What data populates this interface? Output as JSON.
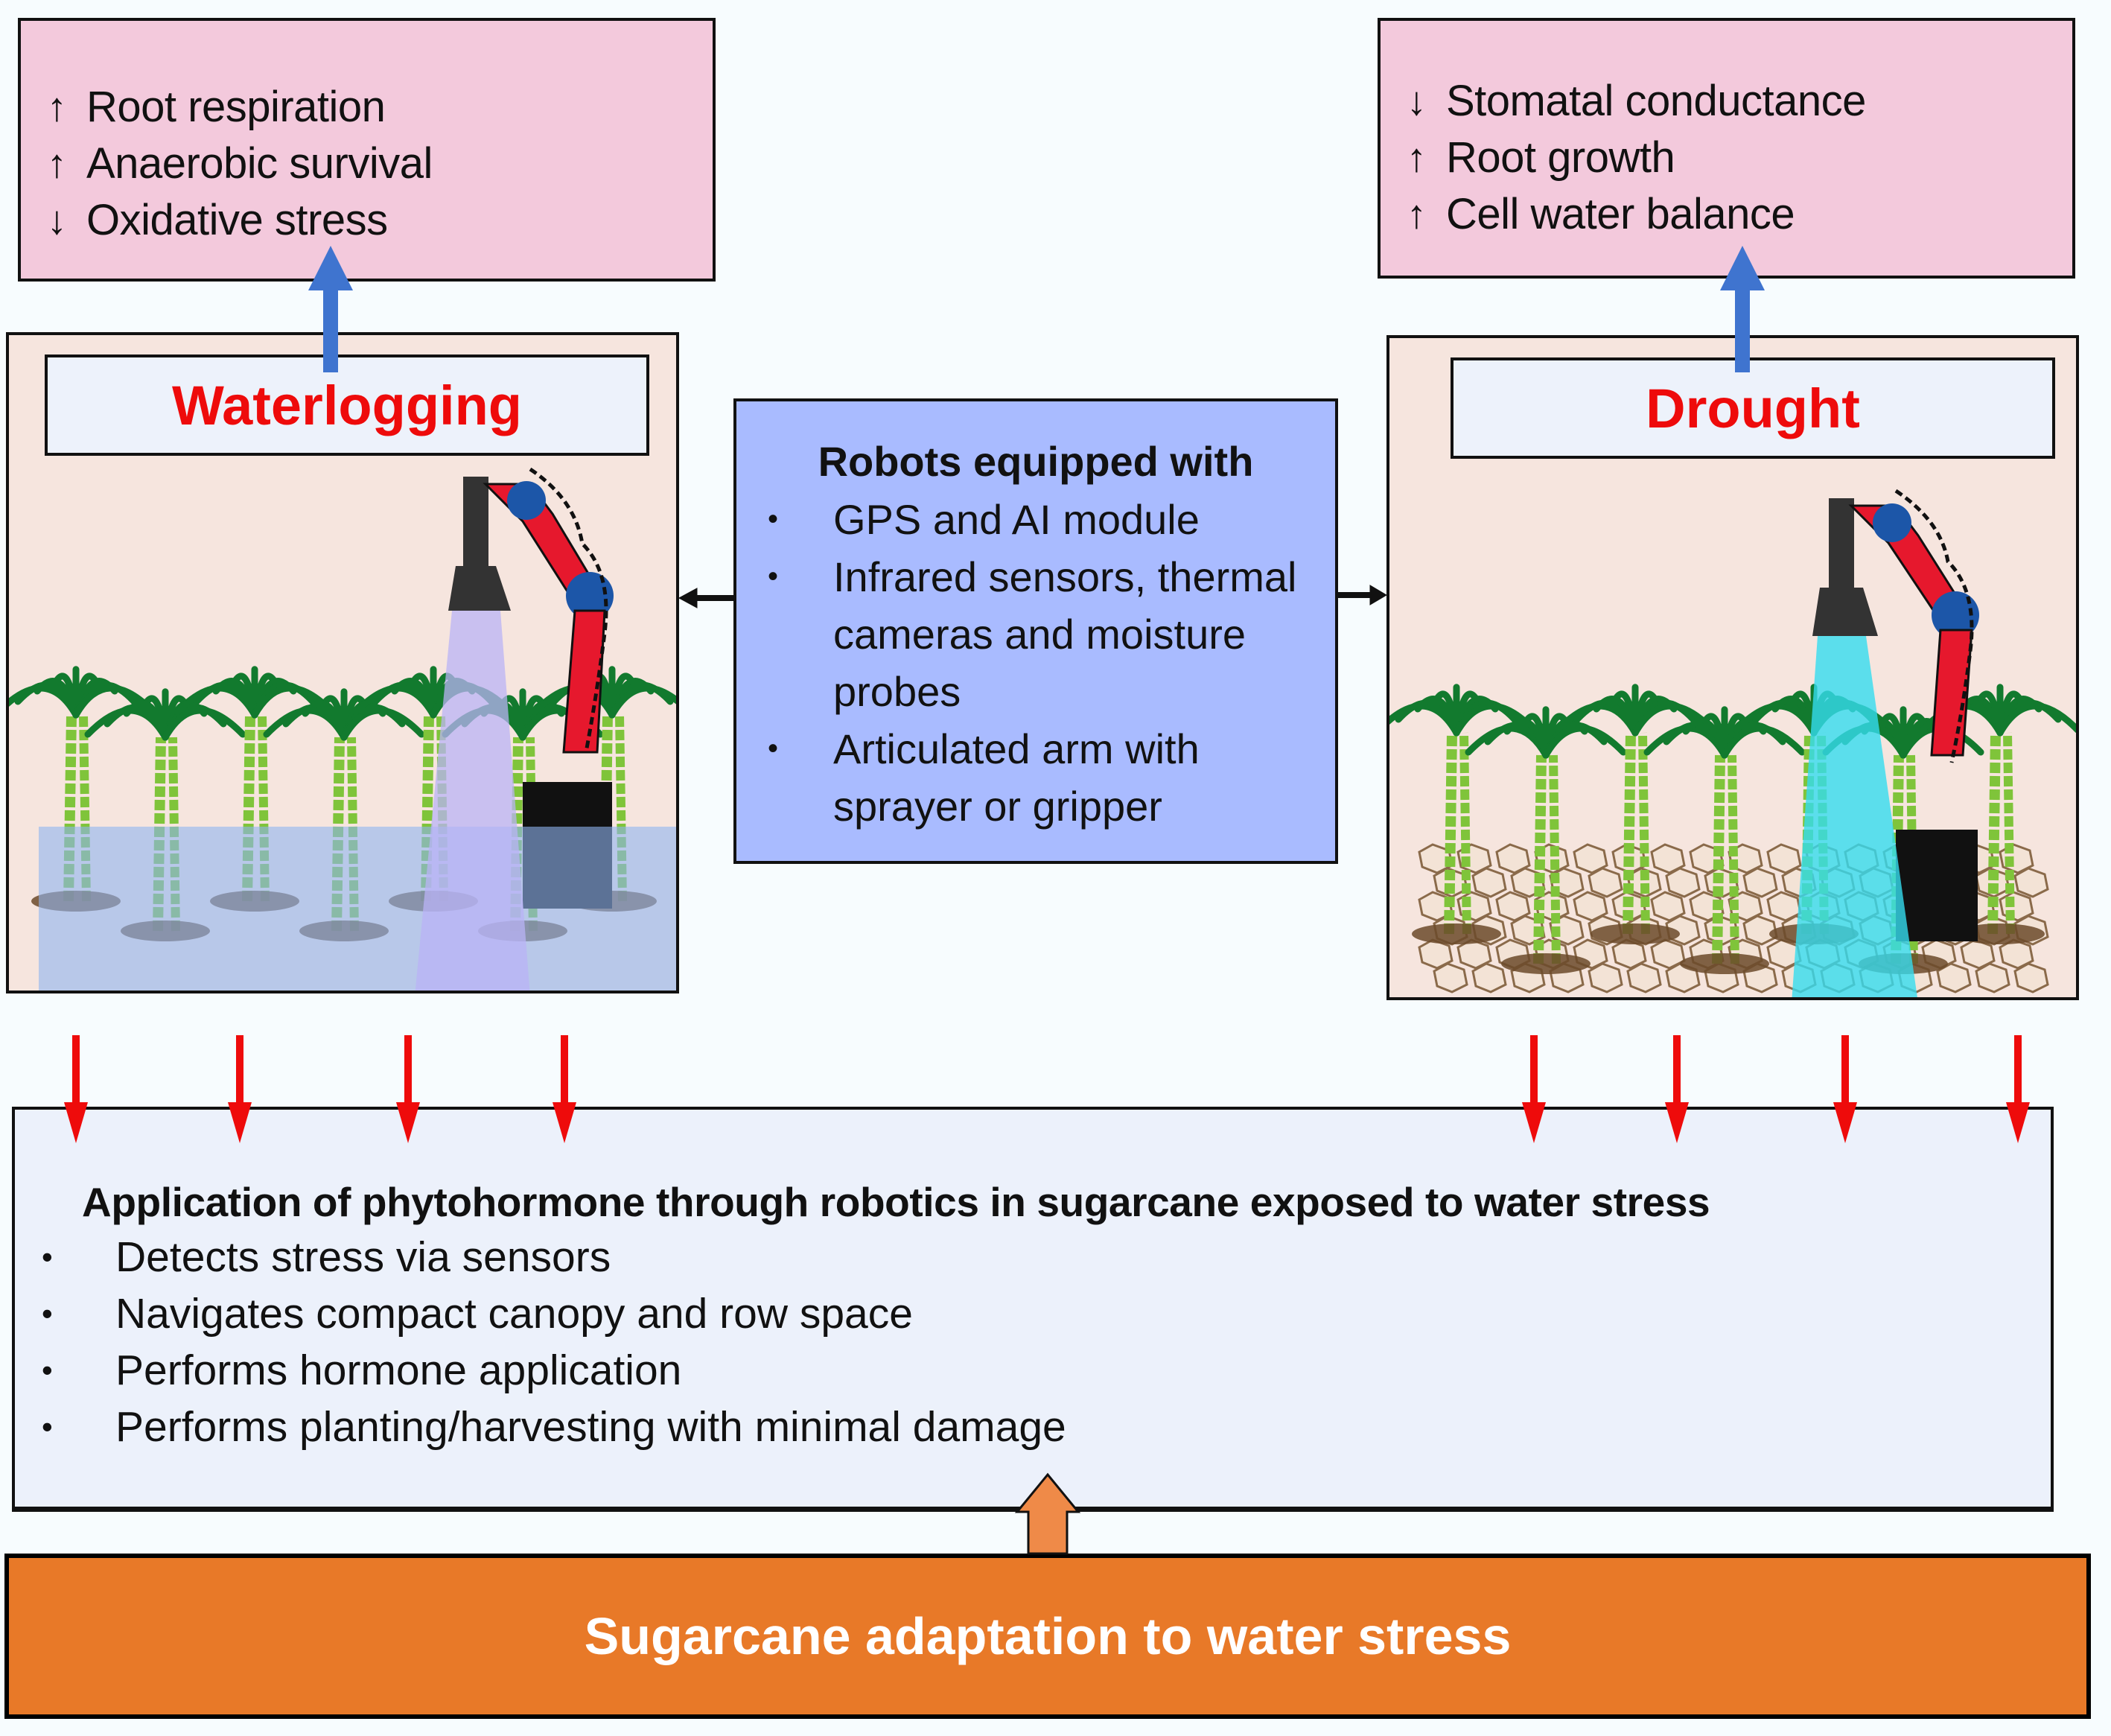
{
  "colors": {
    "outcome_bg": "#f3c9dc",
    "scene_bg": "#f6e5de",
    "scene_title_text": "#ee0b0b",
    "robot_box_bg": "#a9bbff",
    "application_bg": "#ecf1fb",
    "base_bg": "#e87928",
    "blue_arrow": "#3f74cf",
    "red_arrow": "#ee0b0b",
    "orange_arrow": "#ef8a48"
  },
  "waterlogging": {
    "title": "Waterlogging",
    "outcomes": [
      {
        "direction": "up",
        "arrow": "↑",
        "text": "Root respiration"
      },
      {
        "direction": "up",
        "arrow": "↑",
        "text": "Anaerobic survival"
      },
      {
        "direction": "down",
        "arrow": "↓",
        "text": "Oxidative stress"
      }
    ],
    "spray_color": "#b9b3f5",
    "ground": "flooded"
  },
  "drought": {
    "title": "Drought",
    "outcomes": [
      {
        "direction": "down",
        "arrow": "↓",
        "text": "Stomatal conductance"
      },
      {
        "direction": "up",
        "arrow": "↑",
        "text": "Root growth"
      },
      {
        "direction": "up",
        "arrow": "↑",
        "text": "Cell water balance"
      }
    ],
    "spray_color": "#35dcef",
    "ground": "cracked soil"
  },
  "robot": {
    "heading": "Robots equipped with",
    "items": [
      "GPS and AI module",
      "Infrared sensors, thermal cameras and moisture probes",
      "Articulated arm with sprayer or gripper"
    ]
  },
  "application": {
    "heading": "Application of phytohormone through robotics in sugarcane exposed to water stress",
    "items": [
      "Detects stress via sensors",
      "Navigates compact canopy and row space",
      "Performs hormone application",
      "Performs planting/harvesting with minimal damage"
    ]
  },
  "base": {
    "label": "Sugarcane adaptation to water stress"
  }
}
